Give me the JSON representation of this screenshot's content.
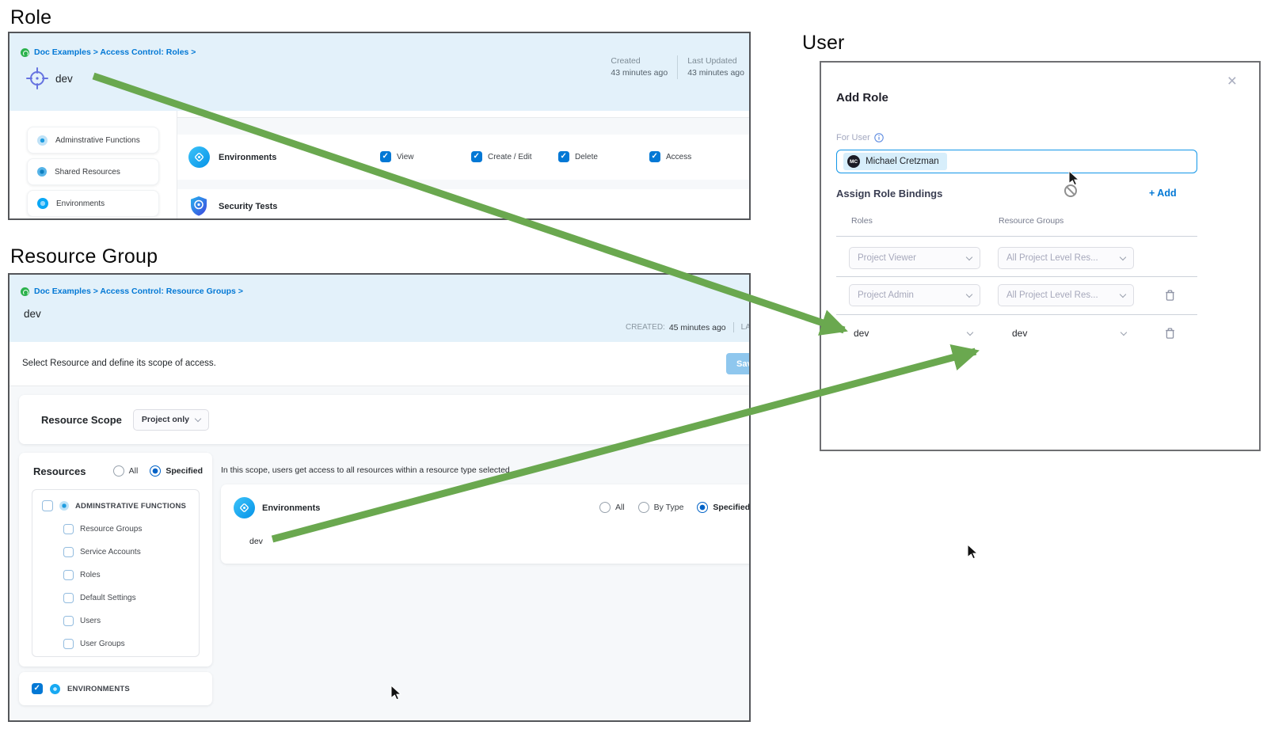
{
  "arrow_color": "#6aa84f",
  "accent_blue": "#0278d5",
  "role": {
    "section_title": "Role",
    "breadcrumb": "Doc Examples > Access Control: Roles >",
    "name": "dev",
    "meta": {
      "created_label": "Created",
      "created_value": "43 minutes ago",
      "updated_label": "Last Updated",
      "updated_value": "43 minutes ago"
    },
    "sidebar": [
      "Adminstrative Functions",
      "Shared Resources",
      "Environments"
    ],
    "permission_row": {
      "label": "Environments",
      "actions": [
        "View",
        "Create / Edit",
        "Delete",
        "Access"
      ]
    },
    "next_row_label": "Security Tests"
  },
  "resource_group": {
    "section_title": "Resource Group",
    "breadcrumb": "Doc Examples > Access Control: Resource Groups >",
    "name": "dev",
    "meta": {
      "created_label": "CREATED:",
      "created_value": "45 minutes ago",
      "updated_label": "LAST UPD"
    },
    "instruction": "Select Resource and define its scope of access.",
    "save_label": "Save",
    "scope_label": "Resource Scope",
    "scope_value": "Project only",
    "resources": {
      "title": "Resources",
      "radio_all": "All",
      "radio_specified": "Specified",
      "admin_group": "ADMINSTRATIVE FUNCTIONS",
      "admin_children": [
        "Resource Groups",
        "Service Accounts",
        "Roles",
        "Default Settings",
        "Users",
        "User Groups"
      ],
      "environments_group": "ENVIRONMENTS"
    },
    "scope_note": "In this scope, users get access to all resources within a resource type selected",
    "environments_row": {
      "label": "Environments",
      "radio_all": "All",
      "radio_by_type": "By Type",
      "radio_specified": "Specified",
      "item": "dev"
    }
  },
  "user": {
    "section_title": "User",
    "modal_title": "Add Role",
    "for_user_label": "For User",
    "chip": {
      "initials": "MC",
      "name": "Michael Cretzman"
    },
    "bindings_title": "Assign Role Bindings",
    "add_label": "+ Add",
    "col_roles": "Roles",
    "col_resource_groups": "Resource Groups",
    "rows": [
      {
        "role": "Project Viewer",
        "resource_group": "All Project Level Res..."
      },
      {
        "role": "Project Admin",
        "resource_group": "All Project Level Res..."
      },
      {
        "role": "dev",
        "resource_group": "dev"
      }
    ]
  }
}
